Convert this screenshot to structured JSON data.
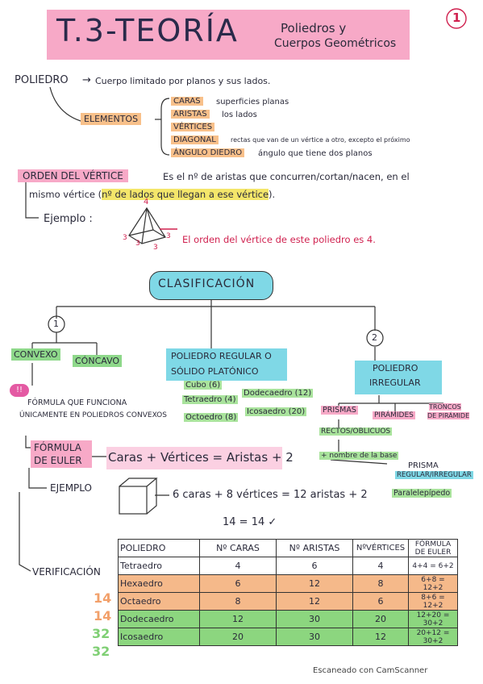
{
  "title": {
    "main": "T.3-TEORÍA",
    "sub_line1": "Poliedros y",
    "sub_line2": "Cuerpos Geométricos",
    "page": "1"
  },
  "poliedro": {
    "label": "POLIEDRO",
    "def": "Cuerpo limitado por planos y sus lados."
  },
  "elementos": {
    "label": "ELEMENTOS",
    "items": [
      {
        "name": "CARAS",
        "desc": "superficies planas"
      },
      {
        "name": "ARISTAS",
        "desc": "los lados"
      },
      {
        "name": "VÉRTICES",
        "desc": ""
      },
      {
        "name": "DIAGONAL",
        "desc": "rectas que van de un vértice a otro, excepto el próximo"
      },
      {
        "name": "ÁNGULO DIEDRO",
        "desc": "ángulo que tiene dos planos"
      }
    ]
  },
  "orden": {
    "label": "ORDEN DEL VÉRTICE",
    "def1": "Es el nº de aristas que concurren/cortan/nacen, en el",
    "def2a": "mismo vértice (",
    "def2b": "nº de lados que llegan a ese vértice",
    "def2c": ").",
    "ejemplo": "Ejemplo :",
    "ejemplo_text": "El orden del vértice de este poliedro es 4.",
    "pyr_top": "4",
    "pyr_base": [
      "3",
      "3",
      "3",
      "3"
    ]
  },
  "clasificacion": {
    "label": "CLASIFICACIÓN",
    "n1": "1",
    "n2": "2",
    "convexo": "CONVEXO",
    "concavo": "CÓNCAVO",
    "regular_1": "POLIEDRO REGULAR O",
    "regular_2": "SÓLIDO PLATÓNICO",
    "solids": [
      "Cubo (6)",
      "Tetraedro (4)",
      "Octoedro (8)",
      "Dodecaedro (12)",
      "Icosaedro (20)"
    ],
    "irregular_1": "POLIEDRO",
    "irregular_2": "IRREGULAR",
    "prismas": "PRISMAS",
    "piramides": "PIRÁMIDES",
    "troncos_1": "TRONCOS",
    "troncos_2": "DE PIRÁMIDE",
    "rectos": "RECTOS/OBLICUOS",
    "nombre_base": "+ nombre de la base",
    "prisma_1": "PRISMA",
    "prisma_2": "REGULAR/IRREGULAR",
    "paralel": "Paralelepípedo"
  },
  "formula": {
    "badge": "!!",
    "note1": "FÓRMULA QUE FUNCIONA",
    "note2": "ÚNICAMENTE EN POLIEDROS CONVEXOS",
    "label1": "FÓRMULA",
    "label2": "DE EULER",
    "eq": "Caras + Vértices = Aristas + 2",
    "ejemplo": "EJEMPLO",
    "ex_eq": "6 caras + 8 vértices = 12 aristas + 2",
    "ex_res": "14 = 14 ✓"
  },
  "verificacion": {
    "label": "VERIFICACIÓN",
    "headers": [
      "POLIEDRO",
      "Nº CARAS",
      "Nº ARISTAS",
      "NºVÉRTICES",
      "FÓRMULA DE EULER"
    ],
    "rows": [
      {
        "side": "",
        "cells": [
          "Tetraedro",
          "4",
          "6",
          "4",
          "4+4 = 6+2"
        ]
      },
      {
        "side": "14",
        "cells": [
          "Hexaedro",
          "6",
          "12",
          "8",
          "6+8 = 12+2"
        ]
      },
      {
        "side": "14",
        "cells": [
          "Octaedro",
          "8",
          "12",
          "6",
          "8+6 = 12+2"
        ]
      },
      {
        "side": "32",
        "cells": [
          "Dodecaedro",
          "12",
          "30",
          "20",
          "12+20 = 30+2"
        ]
      },
      {
        "side": "32",
        "cells": [
          "Icosaedro",
          "20",
          "30",
          "12",
          "20+12 = 30+2"
        ]
      }
    ]
  },
  "footer": "Escaneado con CamScanner",
  "colors": {
    "pink": "#f7a9c7",
    "orange": "#f8c08a",
    "green": "#8ed88a",
    "cyan": "#7fd8e6",
    "red": "#d0214f"
  }
}
